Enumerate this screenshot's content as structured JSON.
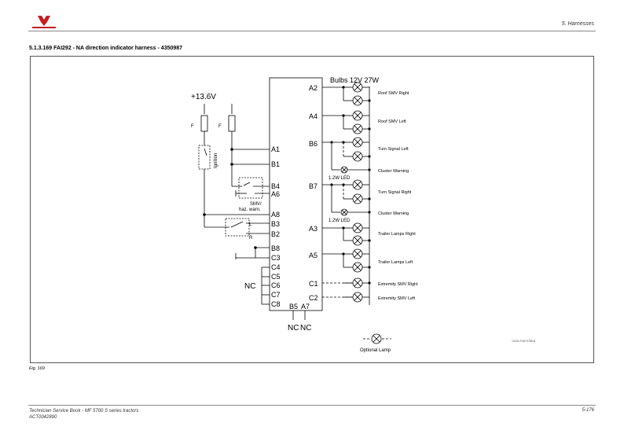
{
  "header": {
    "section_name": "5. Harnesses"
  },
  "title": "5.1.3.169   FAI292 - NA direction indicator harness - 4350987",
  "diagram": {
    "supply": "+13.6V",
    "fuse1": "F",
    "fuse2": "F",
    "ignition": "Ignition",
    "switch_label": "SMV/\nhaz. warn.",
    "switch_label_line1": "SMV/",
    "switch_label_line2": "haz. warn.",
    "dir_l": "L",
    "dir_r": "R",
    "nc_left": "NC",
    "nc_bottom1": "NC",
    "nc_bottom2": "NC",
    "bulbs_header": "Bulbs 12V 27W",
    "led1": "1.2W LED",
    "led2": "1.2W LED",
    "left_pins": [
      "A1",
      "B1",
      "B4",
      "A6",
      "A8",
      "B3",
      "B2",
      "B8",
      "C3",
      "C4",
      "C5",
      "C6",
      "C7",
      "C8"
    ],
    "bottom_pins": [
      "B5",
      "A7"
    ],
    "right_pins": [
      "A2",
      "A4",
      "B6",
      "B7",
      "A3",
      "A5",
      "C1",
      "C2"
    ],
    "lamp_labels": [
      "Roof SMV Right",
      "Roof SMV Left",
      "Turn Signal Left",
      "Cluster Warning",
      "Turn Signal Right",
      "Cluster Warning",
      "Trailer Lamps Right",
      "Trailer Lamps Left",
      "Extremity SMV Right",
      "Extremity SMV Left"
    ],
    "optional_lamp": "Optional Lamp",
    "drawing_ref": "14202-F0670788-B"
  },
  "figure_label": "Fig. 169",
  "footer": {
    "line1": "Technician Service Book - MF 5700 S series tractors",
    "line2": "ACT0042890",
    "page": "5-176"
  },
  "colors": {
    "logo_red": "#c41e1e",
    "line": "#000000",
    "rule": "#888888"
  }
}
